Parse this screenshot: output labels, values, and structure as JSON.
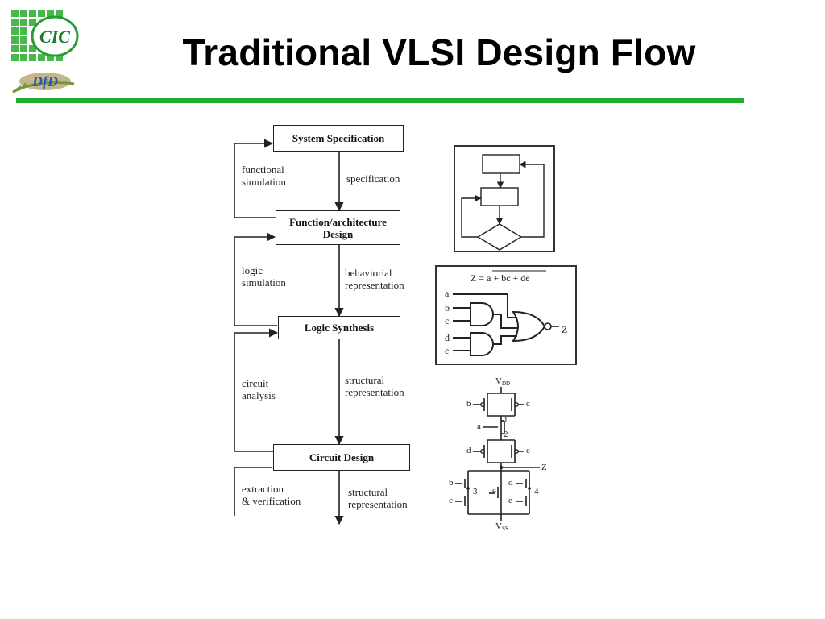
{
  "header": {
    "title": "Traditional VLSI Design Flow",
    "logo_text": "CIC",
    "logo_subtext": "DfD",
    "accent_color": "#1fad2b"
  },
  "flow": {
    "steps": [
      "System Specification",
      "Function/architecture\nDesign",
      "Logic  Synthesis",
      "Circuit  Design"
    ],
    "down_labels": [
      "specification",
      "behaviorial\nrepresentation",
      "structural\nrepresentation",
      "structural\nrepresentation"
    ],
    "feedback_labels": [
      "functional\nsimulation",
      "logic\nsimulation",
      "circuit\nanalysis",
      "extraction\n& verification"
    ]
  },
  "logic_gate": {
    "equation_prefix": "Z = ",
    "equation_overbar": "a + bc + de",
    "inputs": [
      "a",
      "b",
      "c",
      "d",
      "e"
    ],
    "output": "Z"
  },
  "transistor": {
    "vdd_main": "V",
    "vdd_sub": "DD",
    "vss_main": "V",
    "vss_sub": "SS",
    "output": "Z",
    "gate_labels": [
      "b",
      "c",
      "a",
      "d",
      "e",
      "b",
      "c",
      "a",
      "d",
      "e"
    ],
    "node_labels": [
      "1",
      "2",
      "3",
      "4"
    ]
  }
}
